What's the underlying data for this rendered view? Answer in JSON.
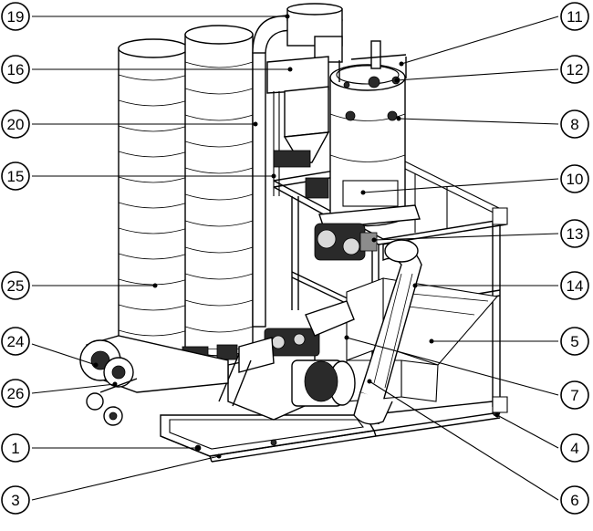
{
  "callouts": [
    {
      "id": "c19",
      "label": "19"
    },
    {
      "id": "c16",
      "label": "16"
    },
    {
      "id": "c20",
      "label": "20"
    },
    {
      "id": "c15",
      "label": "15"
    },
    {
      "id": "c25",
      "label": "25"
    },
    {
      "id": "c24",
      "label": "24"
    },
    {
      "id": "c26",
      "label": "26"
    },
    {
      "id": "c1",
      "label": "1"
    },
    {
      "id": "c3",
      "label": "3"
    },
    {
      "id": "c11",
      "label": "11"
    },
    {
      "id": "c12",
      "label": "12"
    },
    {
      "id": "c8",
      "label": "8"
    },
    {
      "id": "c10",
      "label": "10"
    },
    {
      "id": "c13",
      "label": "13"
    },
    {
      "id": "c14",
      "label": "14"
    },
    {
      "id": "c5",
      "label": "5"
    },
    {
      "id": "c7",
      "label": "7"
    },
    {
      "id": "c4",
      "label": "4"
    },
    {
      "id": "c6",
      "label": "6"
    }
  ]
}
